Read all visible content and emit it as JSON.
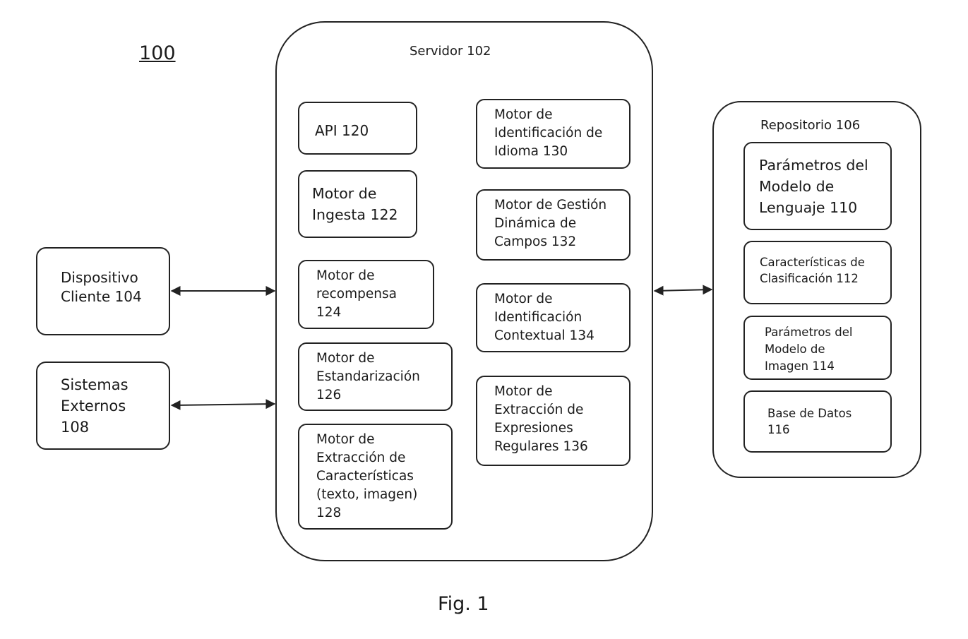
{
  "figure_ref": "100",
  "caption": "Fig. 1",
  "client": {
    "label": "Dispositivo\nCliente 104"
  },
  "external": {
    "label": "Sistemas\nExternos\n108"
  },
  "server": {
    "title": "Servidor 102",
    "left_modules": [
      "API 120",
      "Motor de\nIngesta 122",
      "Motor de\nrecompensa\n124",
      "Motor de\nEstandarización\n126",
      "Motor de\nExtracción de\nCaracterísticas\n(texto, imagen)\n128"
    ],
    "right_modules": [
      "Motor de\nIdentificación de\nIdioma 130",
      "Motor de Gestión\nDinámica de\nCampos 132",
      "Motor de\nIdentificación\nContextual 134",
      "Motor de\nExtracción de\nExpresiones\nRegulares 136"
    ]
  },
  "repository": {
    "title": "Repositorio 106",
    "items": [
      "Parámetros del\nModelo de\nLenguaje 110",
      "Características de\nClasificación 112",
      "Parámetros del\nModelo de\nImagen 114",
      "Base de Datos\n116"
    ]
  }
}
